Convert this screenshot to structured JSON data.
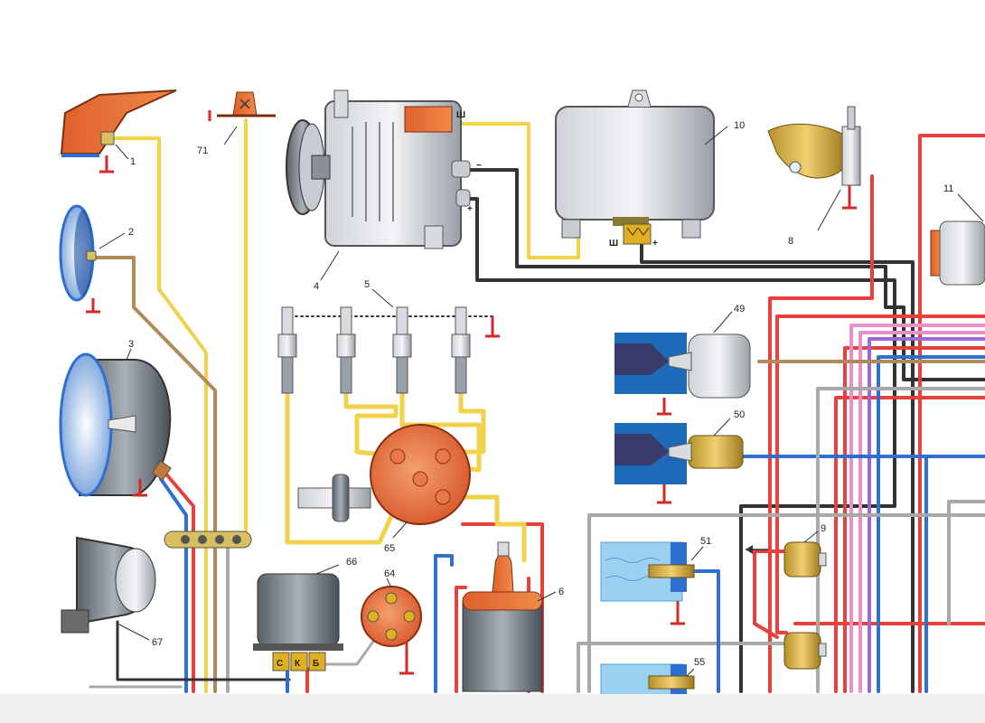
{
  "components": {
    "c1": "1",
    "c2": "2",
    "c3": "3",
    "c4": "4",
    "c5": "5",
    "c6": "6",
    "c8": "8",
    "c9": "9",
    "c10": "10",
    "c11": "11",
    "c49": "49",
    "c50": "50",
    "c51": "51",
    "c55": "55",
    "c64": "64",
    "c65": "65",
    "c66": "66",
    "c67": "67",
    "c71": "71"
  },
  "terminals": {
    "gen_sh": "Ш",
    "gen_minus": "−",
    "gen_plus": "+",
    "reg_sh": "Ш",
    "reg_plus": "+",
    "relay_s": "С",
    "relay_k": "К",
    "relay_b": "Б"
  },
  "colors": {
    "yellow_wire": "#f2d24a",
    "red_wire": "#e8403c",
    "blue_wire": "#2f6fd0",
    "brown_wire": "#b08a5a",
    "black_wire": "#333333",
    "gray_wire": "#a9a9a9",
    "pink_wire": "#e890c8",
    "purple_wire": "#9a6ad0",
    "ground": "#d62a2a"
  }
}
